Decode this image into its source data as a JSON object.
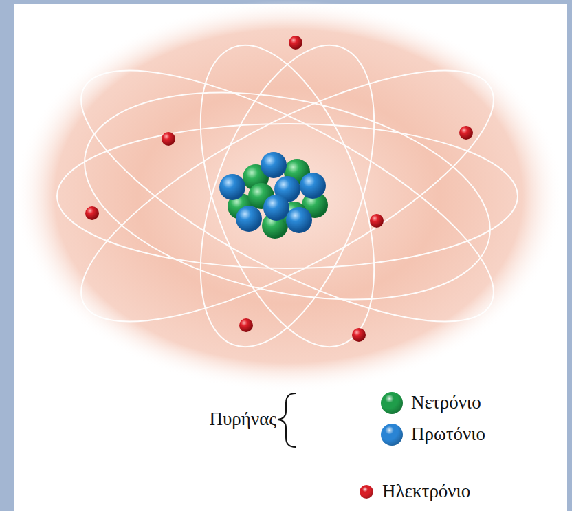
{
  "diagram": {
    "labels": [
      "Πυρήνας"
    ],
    "legend": [
      {
        "text": "Νετρόνιο",
        "color": "#1f9d4a"
      },
      {
        "text": "Πρωτόνιο",
        "color": "#2a84d4"
      },
      {
        "text": "Ηλεκτρόνιο",
        "color": "#d81e27"
      }
    ]
  }
}
